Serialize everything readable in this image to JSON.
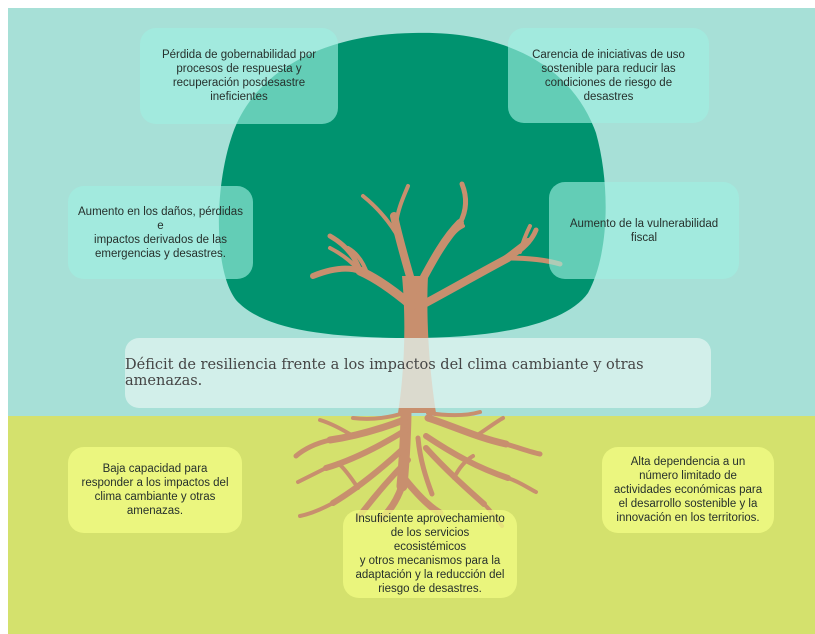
{
  "colors": {
    "sky": "#a7e0d7",
    "ground": "#d4e16d",
    "canopy": "#00936f",
    "trunk": "#c88f6e"
  },
  "central_problem": "Déficit de resiliencia frente a los impactos del clima cambiante y otras amenazas.",
  "effects": [
    {
      "lines": [
        "Pérdida de gobernabilidad por",
        "procesos de respuesta y",
        "recuperación posdesastre",
        "ineficientes"
      ]
    },
    {
      "lines": [
        "Carencia de iniciativas de uso",
        "sostenible para reducir las",
        "condiciones de riesgo de",
        "desastres"
      ]
    },
    {
      "lines": [
        "Aumento en los daños, pérdidas e",
        "impactos derivados de las",
        "emergencias y desastres."
      ]
    },
    {
      "lines": [
        "Aumento de la vulnerabilidad",
        "fiscal"
      ]
    }
  ],
  "causes": [
    {
      "lines": [
        "Baja capacidad para",
        "responder a los impactos del",
        "clima cambiante y otras",
        "amenazas."
      ]
    },
    {
      "lines": [
        "Alta dependencia a un",
        "número limitado de",
        "actividades económicas para",
        "el desarrollo sostenible y la",
        "innovación en los territorios."
      ]
    },
    {
      "lines": [
        "Insuficiente aprovechamiento",
        "de los servicios ecosistémicos",
        "y otros mecanismos para la",
        "adaptación y la reducción del",
        "riesgo de desastres."
      ]
    }
  ]
}
